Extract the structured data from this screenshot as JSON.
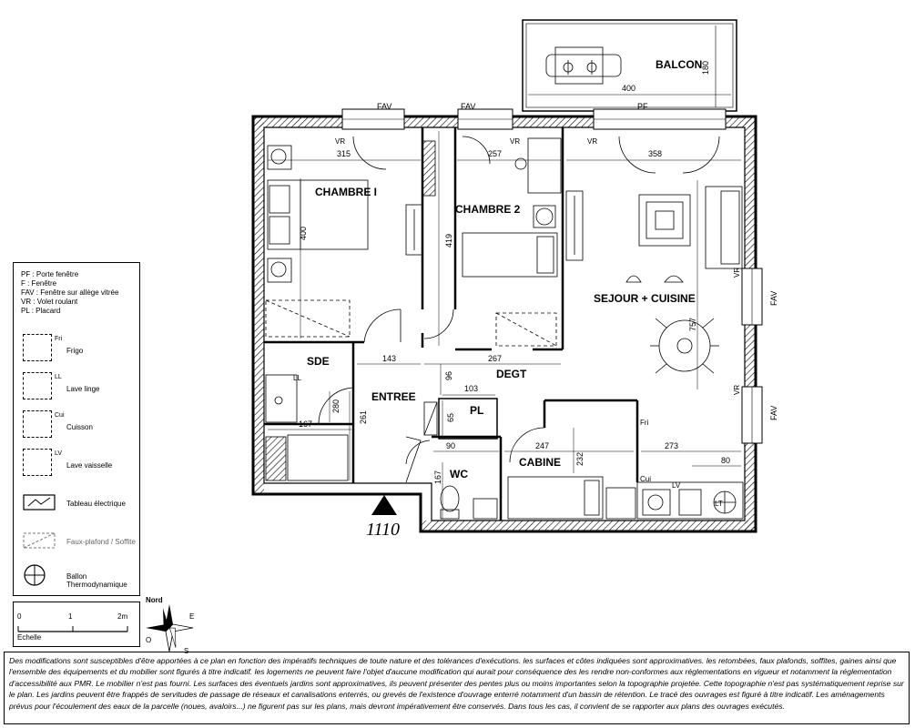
{
  "plan": {
    "lot_number": "1110",
    "rooms": {
      "balcon": "BALCON",
      "chambre1": "CHAMBRE I",
      "chambre2": "CHAMBRE 2",
      "sejour": "SEJOUR + CUISINE",
      "sde": "SDE",
      "entree": "ENTREE",
      "degt": "DEGT",
      "pl": "PL",
      "wc": "WC",
      "cabine": "CABINE"
    },
    "openings": {
      "fav": "FAV",
      "pf": "PF",
      "vr": "VR"
    },
    "dimensions": {
      "balcon_w": "400",
      "balcon_h": "180",
      "ch1_w": "315",
      "ch1_h": "400",
      "ch2_w": "257",
      "ch2_h": "419",
      "sejour_w": "358",
      "sejour_h": "757",
      "sde_w": "143",
      "degt_w": "267",
      "degt_h": "96",
      "pl_w": "103",
      "pl_h": "65",
      "sde_h": "280",
      "sde_w2": "167",
      "entree_h": "261",
      "wc_w": "90",
      "wc_h": "167",
      "cabine_w": "247",
      "cabine_h": "232",
      "kitchen_w": "273",
      "kitchen_d": "80"
    },
    "appliance_tags": {
      "fri": "Fri",
      "ll": "LL",
      "cui": "Cui",
      "lv": "LV",
      "lt": "LT"
    }
  },
  "legend": {
    "abbreviations": [
      "PF : Porte fenêtre",
      "F : Fenêtre",
      "FAV : Fenêtre sur allège vitrée",
      "VR : Volet roulant",
      "PL : Placard"
    ],
    "items": [
      {
        "tag": "Fri",
        "label": "Frigo"
      },
      {
        "tag": "LL",
        "label": "Lave linge"
      },
      {
        "tag": "Cui",
        "label": "Cuisson"
      },
      {
        "tag": "LV",
        "label": "Lave vaisselle"
      }
    ],
    "tableau": "Tableau électrique",
    "faux_plafond": "Faux-plafond / Soffite",
    "ballon": "Ballon Thermodynamique"
  },
  "scale": {
    "ticks": [
      "0",
      "1",
      "2m"
    ],
    "label": "Echelle"
  },
  "compass": {
    "n": "Nord",
    "e": "E",
    "s": "S",
    "o": "O"
  },
  "disclaimer": "Des modifications sont susceptibles d'être apportées à ce plan en fonction des impératifs techniques de toute nature et des tolérances d'exécutions. les surfaces et côtes indiquées sont approximatives. les retombées, faux plafonds, soffites, gaines ainsi que l'ensemble des équipements et du mobilier sont figurés à titre indicatif. les logements ne peuvent faire l'objet d'aucune modification qui aurait pour conséquence des les rendre non-conformes aux réglementations en vigueur et notamment la réglementation d'accessibilité aux PMR. Le mobilier n'est pas fourni. Les surfaces des éventuels jardins sont approximatives, ils peuvent présenter des pentes plus ou moins importantes selon la topographie projetée. Cette topographie n'est pas systématiquement reprise sur le plan. Les jardins peuvent être frappés de servitudes de passage de réseaux et canalisations enterrés, ou grevés de l'existence d'ouvrage enterré notamment d'un bassin de rétention. Le tracé des ouvrages est figuré à titre indicatif. Les aménagements prévus pour l'écoulement des eaux de la parcelle (noues, avaloirs...) ne figurent pas sur les plans, mais devront impérativement être conservés. Dans tous les cas, il convient de se rapporter aux plans des ouvrages exécutés."
}
